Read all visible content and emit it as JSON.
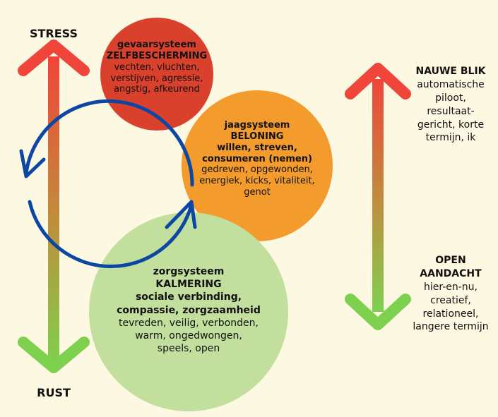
{
  "axis": {
    "top_label": "STRESS",
    "bottom_label": "RUST",
    "gradient_top": "#f0453a",
    "gradient_bottom": "#7ed14e"
  },
  "threat": {
    "title": "gevaarsysteem",
    "subtitle": "ZELFBESCHERMING",
    "lines": [
      "vechten, vluchten,",
      "verstijven,  agressie,",
      "angstig, afkeurend"
    ],
    "color": "#d9412d"
  },
  "drive": {
    "title": "jaagsysteem",
    "subtitle": "BELONING",
    "bold_lines": [
      "willen, streven,",
      "consumeren (nemen)"
    ],
    "lines": [
      "gedreven, opgewonden,",
      "energiek, kicks, vitaliteit,",
      "genot"
    ],
    "color": "#f39b2c"
  },
  "soothe": {
    "title": "zorgsysteem",
    "subtitle": "KALMERING",
    "bold_lines": [
      "sociale verbinding,",
      "compassie, zorgzaamheid"
    ],
    "lines": [
      "tevreden, veilig, verbonden,",
      "warm, ongedwongen,",
      "speels, open"
    ],
    "color": "#c2df9d"
  },
  "cycle_color": "#0b47a3",
  "right": {
    "top_title": "NAUWE BLIK",
    "top_lines": [
      "automatische",
      "piloot,",
      "resultaat-",
      "gericht, korte",
      "termijn, ik"
    ],
    "bottom_title_1": "OPEN",
    "bottom_title_2": "AANDACHT",
    "bottom_lines": [
      "hier-en-nu,",
      "creatief,",
      "relationeel,",
      "langere termijn"
    ]
  }
}
